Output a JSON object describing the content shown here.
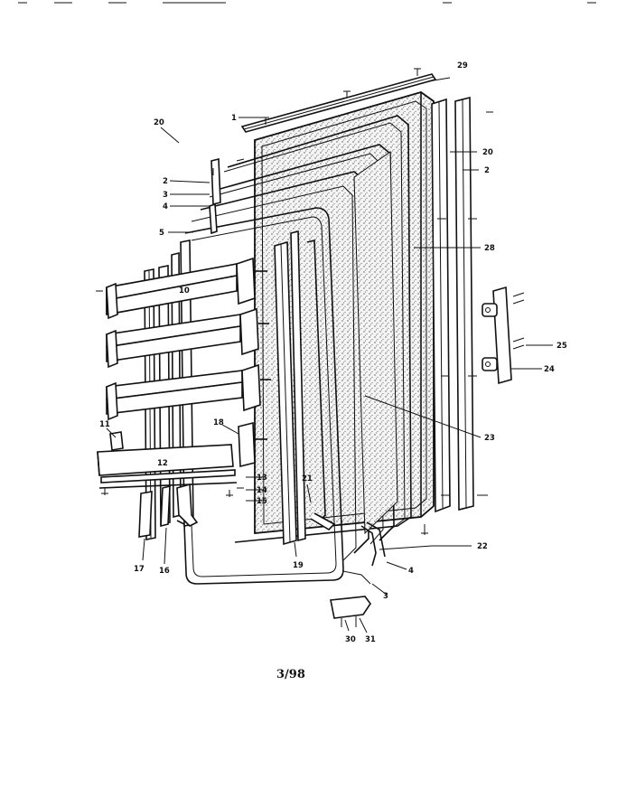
{
  "footer": {
    "code": "3/98"
  },
  "part_labels": [
    {
      "id": "p29",
      "text": "29"
    },
    {
      "id": "p1",
      "text": "1"
    },
    {
      "id": "p20a",
      "text": "20"
    },
    {
      "id": "p20b",
      "text": "20"
    },
    {
      "id": "p2a",
      "text": "2"
    },
    {
      "id": "p2b",
      "text": "2"
    },
    {
      "id": "p3a",
      "text": "3"
    },
    {
      "id": "p4a",
      "text": "4"
    },
    {
      "id": "p5",
      "text": "5"
    },
    {
      "id": "p28",
      "text": "28"
    },
    {
      "id": "p10",
      "text": "10"
    },
    {
      "id": "p25",
      "text": "25"
    },
    {
      "id": "p24",
      "text": "24"
    },
    {
      "id": "p23",
      "text": "23"
    },
    {
      "id": "p11",
      "text": "11"
    },
    {
      "id": "p18",
      "text": "18"
    },
    {
      "id": "p12",
      "text": "12"
    },
    {
      "id": "p13",
      "text": "13"
    },
    {
      "id": "p14",
      "text": "14"
    },
    {
      "id": "p15",
      "text": "15"
    },
    {
      "id": "p21",
      "text": "21"
    },
    {
      "id": "p22",
      "text": "22"
    },
    {
      "id": "p17",
      "text": "17"
    },
    {
      "id": "p16",
      "text": "16"
    },
    {
      "id": "p19",
      "text": "19"
    },
    {
      "id": "p4b",
      "text": "4"
    },
    {
      "id": "p3b",
      "text": "3"
    },
    {
      "id": "p30",
      "text": "30"
    },
    {
      "id": "p31",
      "text": "31"
    }
  ],
  "colors": {
    "ink": "#111111",
    "paper": "#ffffff",
    "foam": "#bdbdbd"
  }
}
